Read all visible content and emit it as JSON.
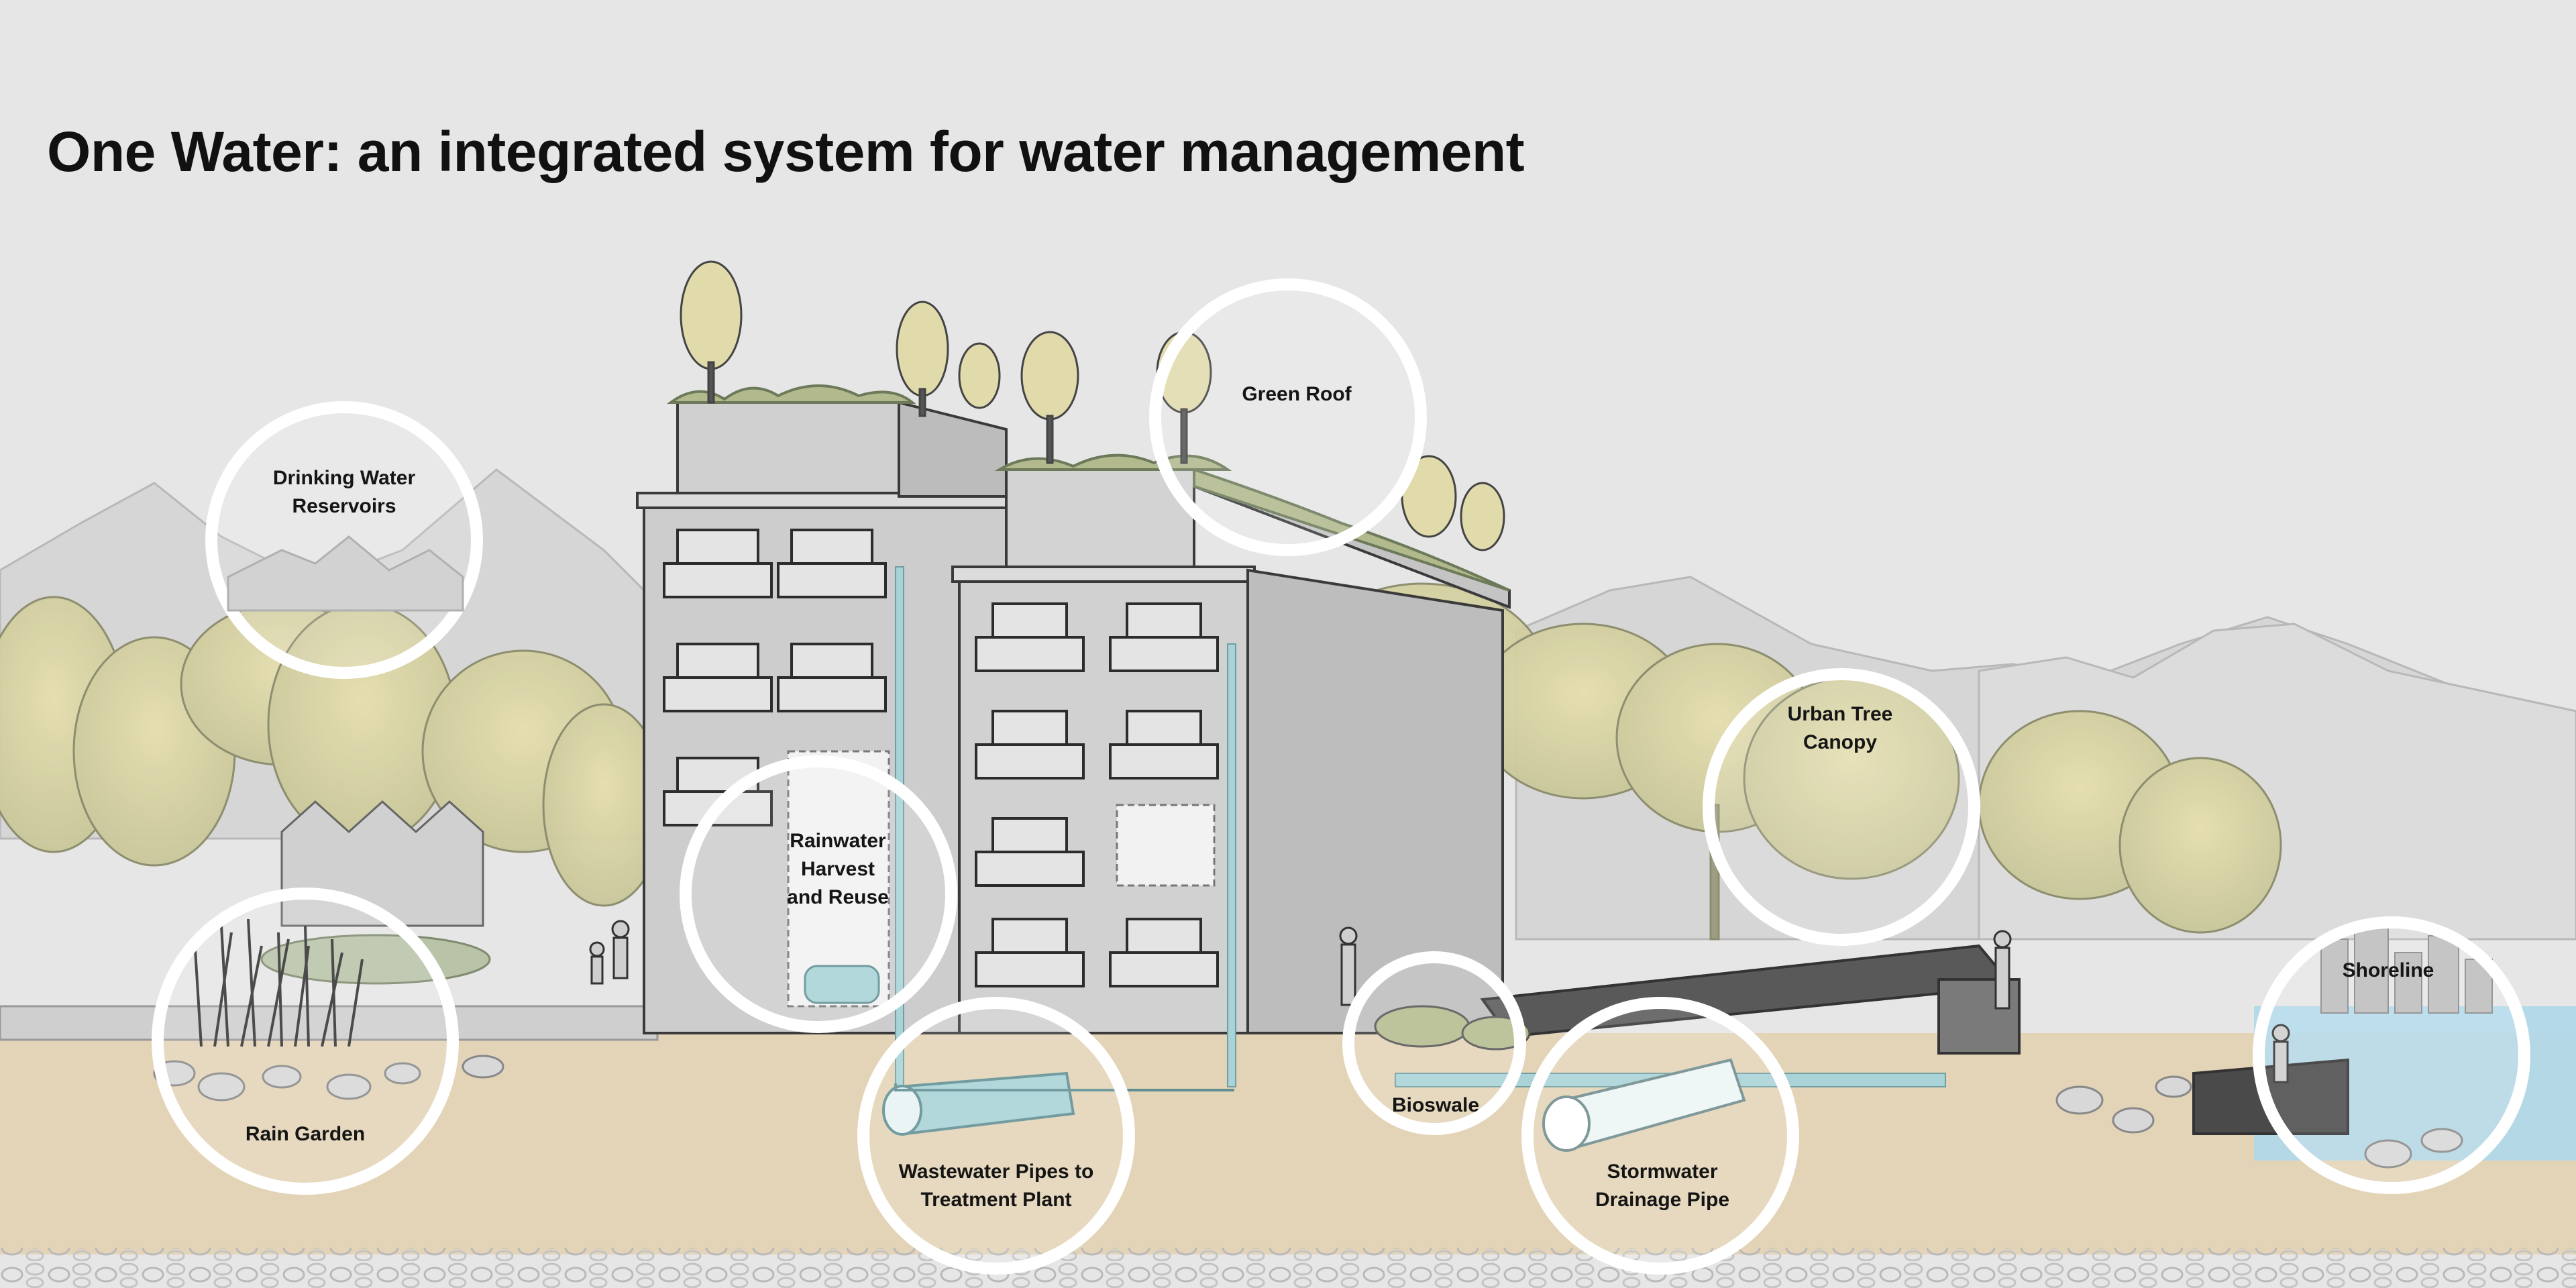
{
  "title": "One Water: an integrated system for water management",
  "callouts": [
    {
      "name": "green-roof",
      "label": "Green Roof"
    },
    {
      "name": "drinking-water-reservoirs",
      "label": "Drinking Water\nReservoirs"
    },
    {
      "name": "rainwater-harvest-and-reuse",
      "label": "Rainwater\nHarvest\nand Reuse"
    },
    {
      "name": "urban-tree-canopy",
      "label": "Urban Tree\nCanopy"
    },
    {
      "name": "rain-garden",
      "label": "Rain Garden"
    },
    {
      "name": "wastewater-pipes",
      "label": "Wastewater Pipes to\nTreatment Plant"
    },
    {
      "name": "bioswale",
      "label": "Bioswale"
    },
    {
      "name": "stormwater-drainage-pipe",
      "label": "Stormwater\nDrainage Pipe"
    },
    {
      "name": "shoreline",
      "label": "Shoreline"
    }
  ],
  "colors": {
    "background": "#e6e6e6",
    "mountains": "#d3d3d3",
    "foliage": "#d9d4a6",
    "ground": "#e1d2b6",
    "building": "#c9c9c9",
    "pipe": "#a9d3d6",
    "water": "#aed8ea",
    "callout_ring": "#ffffff"
  }
}
